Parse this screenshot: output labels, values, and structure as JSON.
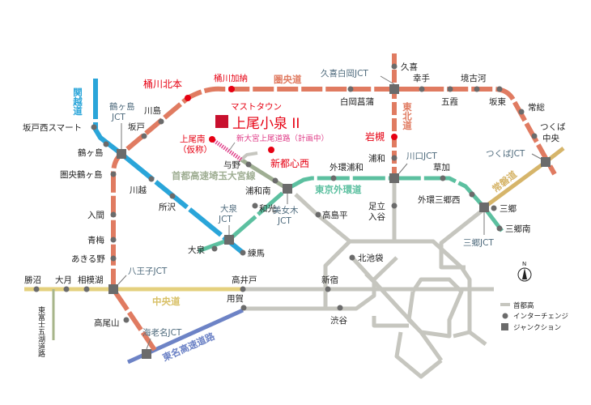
{
  "colors": {
    "ken_o": "#e07b61",
    "kanetsu": "#2aa5d9",
    "gaikan": "#5cc0a0",
    "joban": "#d6b56a",
    "chuo": "#e4d07e",
    "tomei": "#6d83c6",
    "shutoko": "#c6c6bf",
    "saitama_omiya": "#9fae93",
    "highlight": "#e60012",
    "planned": "#e0408a"
  },
  "roads": {
    "kanetsu": "関越道",
    "ken_o": "圏央道",
    "tohoku": "東北道",
    "gaikan": "東京外環道",
    "joban": "常磐道",
    "chuo": "中央道",
    "tomei": "東名高速道路",
    "saitama_omiya": "首都高速埼玉大宮線",
    "higashi_fuji": "東富士五湖道路",
    "planned": "新大宮上尾道路（計画中）"
  },
  "property": {
    "catch": "マストタウン",
    "name": "上尾小泉 II"
  },
  "highlight_ics": {
    "okegawa_kitamoto": "桶川北本",
    "okegawa_kano": "桶川加納",
    "ageo_minami": "上尾南",
    "ageo_minami_note": "（仮称）",
    "shintoshin_nishi": "新都心西",
    "iwatsuki": "岩槻"
  },
  "junctions": {
    "tsurugashima": "鶴ヶ島",
    "tsurugashima2": "JCT",
    "kuki_shiraoka": "久喜白岡JCT",
    "kawaguchi": "川口JCT",
    "tsukuba": "つくばJCT",
    "misato": "三郷JCT",
    "oizumi": "大泉",
    "oizumi2": "JCT",
    "bijogi": "美女木",
    "bijogi2": "JCT",
    "hachioji": "八王子JCT",
    "ebina": "海老名JCT"
  },
  "ics": {
    "sakado_nishi": "坂戸西スマート",
    "tsurugashima": "鶴ヶ島",
    "ken_o_tsurugashima": "圏央鶴ヶ島",
    "kawajima": "川島",
    "sakado": "坂戸",
    "kawagoe": "川越",
    "tokorozawa": "所沢",
    "iruma": "入間",
    "ome": "青梅",
    "akiruno": "あきる野",
    "katsunuma": "勝沼",
    "otsuki": "大月",
    "sagamiko": "相模湖",
    "takaosan": "高尾山",
    "oizumi": "大泉",
    "nerima": "練馬",
    "wako": "和光",
    "yono": "与野",
    "urawa_minami": "浦和南",
    "takashimadaira": "高島平",
    "gaikan_urawa": "外環浦和",
    "kuki": "久喜",
    "satte": "幸手",
    "sakaikoga": "境古河",
    "shiraoka_shobu": "白岡菖蒲",
    "goka": "五霞",
    "bando": "坂東",
    "joso": "常総",
    "tsukuba_chuo": "つくば",
    "tsukuba_chuo2": "中央",
    "urawa": "浦和",
    "soka": "草加",
    "gaikan_misato_nishi": "外環三郷西",
    "misato": "三郷",
    "misato_minami": "三郷南",
    "adachi_iriya": "足立",
    "adachi_iriya2": "入谷",
    "kita_ikebukuro": "北池袋",
    "takaido": "高井戸",
    "shinjuku": "新宿",
    "yoga": "用賀",
    "shibuya": "渋谷"
  },
  "compass": "N",
  "legend": {
    "shutoko": "首都高",
    "ic": "インターチェンジ",
    "jct": "ジャンクション"
  }
}
